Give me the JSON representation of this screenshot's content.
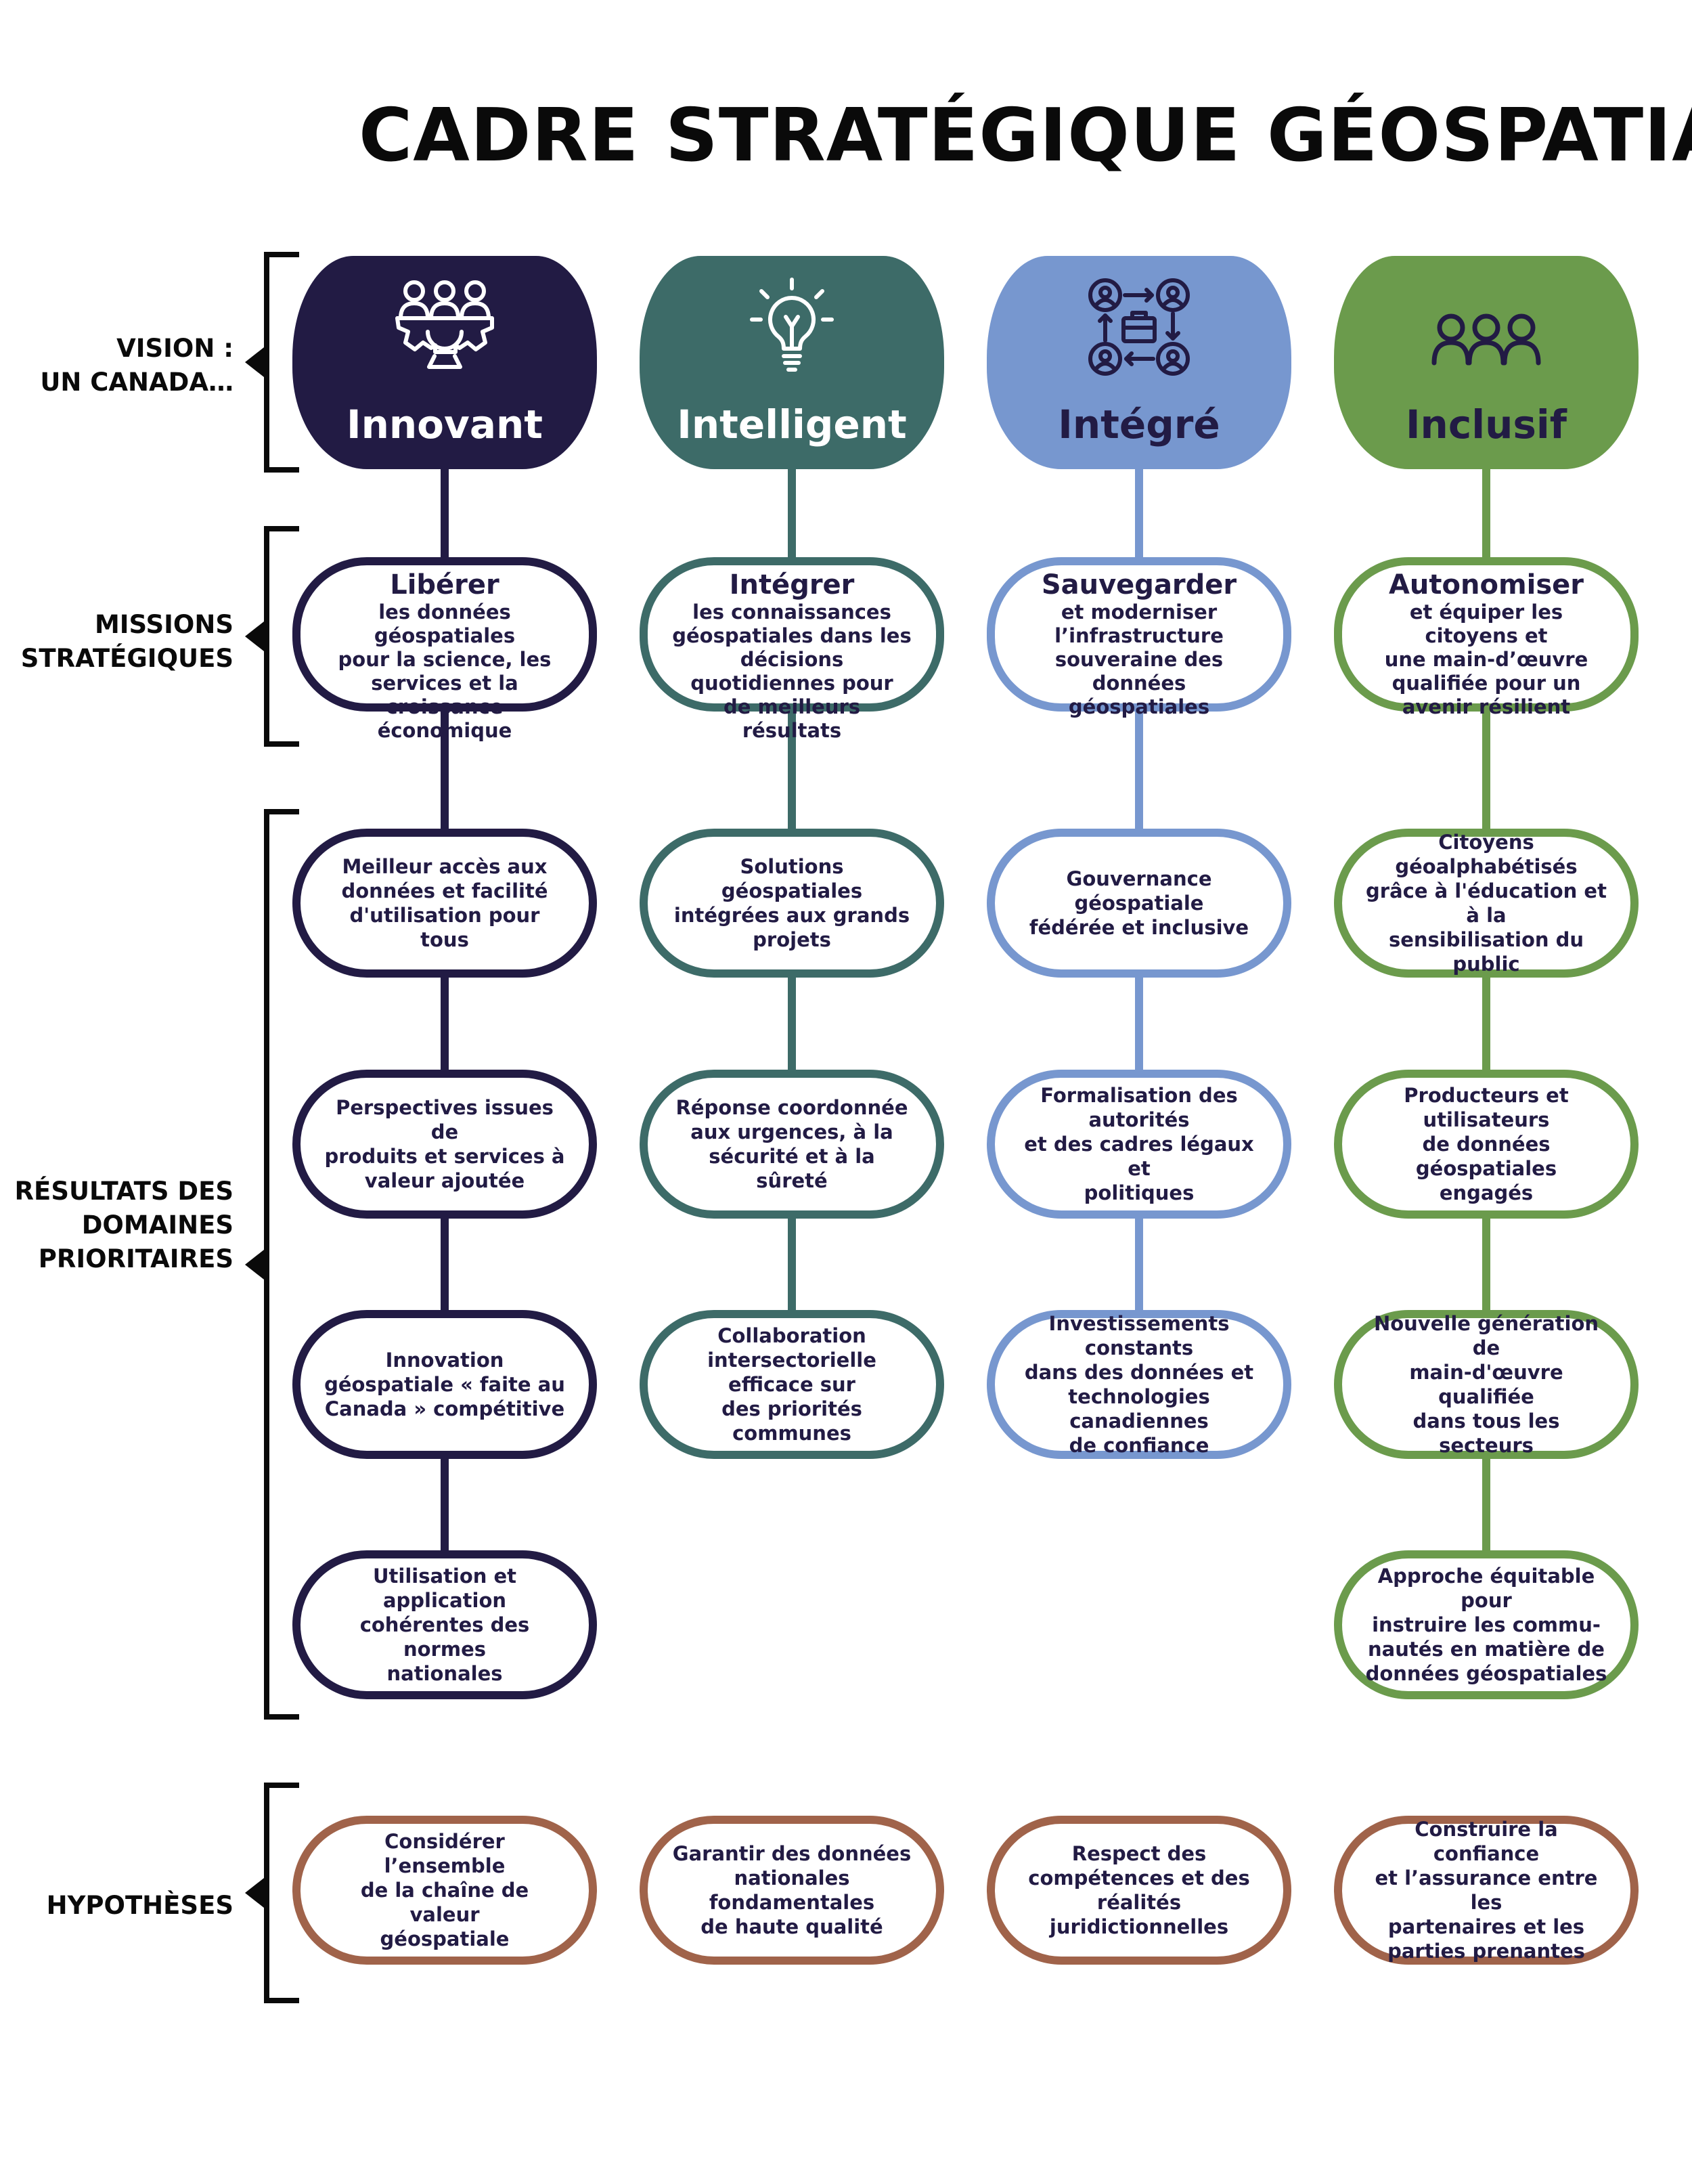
{
  "title": "CADRE STRATÉGIQUE GÉOSPATIAL",
  "row_labels": {
    "vision": "VISION :\nUN CANADA…",
    "missions": "MISSIONS\nSTRATÉGIQUES",
    "outcomes": "RÉSULTATS DES\nDOMAINES\nPRIORITAIRES",
    "assumptions": "HYPOTHÈSES"
  },
  "colors": {
    "innovant": "#221b44",
    "intelligent": "#3d6b68",
    "integre": "#7797cf",
    "inclusif": "#6b9b4c",
    "assumptions": "#a0634a",
    "text": "#221b44"
  },
  "columns": [
    {
      "vision": "Innovant",
      "icon": "people-gear-icon",
      "mission_title": "Libérer",
      "mission_text": "les données géospatiales\npour la science, les\nservices et la\ncroissance économique",
      "outcomes": [
        "Meilleur accès aux\ndonnées et facilité\nd'utilisation pour tous",
        "Perspectives issues de\nproduits et services à\nvaleur ajoutée",
        "Innovation\ngéospatiale « faite au\nCanada » compétitive",
        "Utilisation et application\ncohérentes des normes\nnationales"
      ],
      "assumption": "Considérer l’ensemble\nde la chaîne de valeur\ngéospatiale"
    },
    {
      "vision": "Intelligent",
      "icon": "lightbulb-icon",
      "mission_title": "Intégrer",
      "mission_text": "les connaissances\ngéospatiales dans les\ndécisions quotidiennes pour\nde meilleurs résultats",
      "outcomes": [
        "Solutions géospatiales\nintégrées aux grands\nprojets",
        "Réponse coordonnée\naux urgences, à la\nsécurité et à la sûreté",
        "Collaboration\nintersectorielle efficace sur\ndes priorités communes"
      ],
      "assumption": "Garantir des données\nnationales fondamentales\nde haute qualité"
    },
    {
      "vision": "Intégré",
      "icon": "network-exchange-icon",
      "mission_title": "Sauvegarder",
      "mission_text": "et moderniser\nl’infrastructure\nsouveraine des données\ngéospatiales",
      "outcomes": [
        "Gouvernance géospatiale\nfédérée et inclusive",
        "Formalisation des autorités\net des cadres légaux et\npolitiques",
        "Investissements constants\ndans des données et\ntechnologies canadiennes\nde confiance"
      ],
      "assumption": "Respect des\ncompétences et des\nréalités juridictionnelles"
    },
    {
      "vision": "Inclusif",
      "icon": "three-people-icon",
      "mission_title": "Autonomiser",
      "mission_text": "et équiper les citoyens et\nune main-d’œuvre\nqualifiée pour un\navenir résilient",
      "outcomes": [
        "Citoyens géoalphabétisés\ngrâce à l'éducation et à la\nsensibilisation du public",
        "Producteurs et utilisateurs\nde données géospatiales\nengagés",
        "Nouvelle génération de\nmain-d'œuvre qualifiée\ndans tous les secteurs",
        "Approche équitable pour\ninstruire les commu-\nnautés en matière de\ndonnées géospatiales"
      ],
      "assumption": "Construire la confiance\net l’assurance entre les\npartenaires et les\nparties prenantes"
    }
  ]
}
